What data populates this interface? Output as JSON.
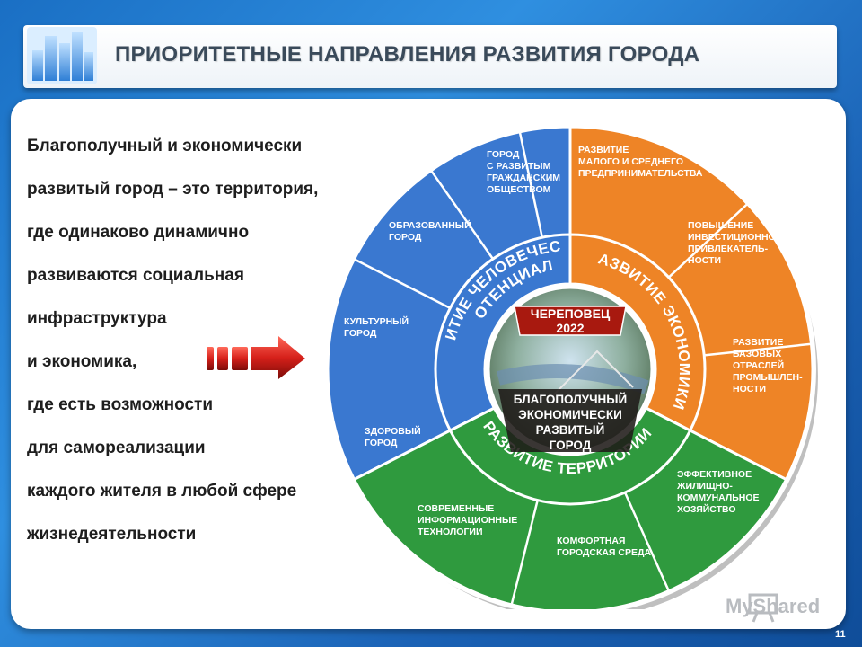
{
  "title": "ПРИОРИТЕТНЫЕ НАПРАВЛЕНИЯ РАЗВИТИЯ ГОРОДА",
  "body_lines": [
    "Благополучный и экономически",
    "развитый город – это территория,",
    "где одинаково динамично",
    "развиваются социальная",
    "инфраструктура",
    "и экономика,",
    "где есть возможности",
    "для самореализации",
    "каждого жителя в любой сфере",
    "жизнедеятельности"
  ],
  "center": {
    "top_lines": [
      "ЧЕРЕПОВЕЦ",
      "2022"
    ],
    "bottom_lines": [
      "БЛАГОПОЛУЧНЫЙ",
      "ЭКОНОМИЧЕСКИ",
      "РАЗВИТЫЙ",
      "ГОРОД"
    ]
  },
  "sectors": [
    {
      "name": "Развитие человеческого потенциала",
      "ring_lines": [
        "РАЗВИТИЕ ЧЕЛОВЕЧЕСКОГО",
        "ПОТЕНЦИАЛА"
      ],
      "color": "#3a78d0",
      "segments": [
        {
          "lines": [
            "ГОРОД",
            "С РАЗВИТЫМ",
            "ГРАЖДАНСКИМ",
            "ОБЩЕСТВОМ"
          ]
        },
        {
          "lines": [
            "ОБРАЗОВАННЫЙ",
            "ГОРОД"
          ]
        },
        {
          "lines": [
            "КУЛЬТУРНЫЙ",
            "ГОРОД"
          ]
        },
        {
          "lines": [
            "ЗДОРОВЫЙ",
            "ГОРОД"
          ]
        }
      ]
    },
    {
      "name": "Развитие экономики",
      "ring_lines": [
        "РАЗВИТИЕ ЭКОНОМИКИ"
      ],
      "color": "#ee8426",
      "segments": [
        {
          "lines": [
            "РАЗВИТИЕ",
            "МАЛОГО И СРЕДНЕГО",
            "ПРЕДПРИНИМАТЕЛЬСТВА"
          ]
        },
        {
          "lines": [
            "ПОВЫШЕНИЕ",
            "ИНВЕСТИЦИОННОЙ",
            "ПРИВЛЕКАТЕЛЬ-",
            "НОСТИ"
          ]
        },
        {
          "lines": [
            "РАЗВИТИЕ",
            "БАЗОВЫХ",
            "ОТРАСЛЕЙ",
            "ПРОМЫШЛЕН-",
            "НОСТИ"
          ]
        }
      ]
    },
    {
      "name": "Развитие территории",
      "ring_lines": [
        "РАЗВИТИЕ ТЕРРИТОРИИ"
      ],
      "color": "#2f9a3e",
      "segments": [
        {
          "lines": [
            "ЭФФЕКТИВНОЕ",
            "ЖИЛИЩНО-",
            "КОММУНАЛЬНОЕ",
            "ХОЗЯЙСТВО"
          ]
        },
        {
          "lines": [
            "КОМФОРТНАЯ",
            "ГОРОДСКАЯ СРЕДА"
          ]
        },
        {
          "lines": [
            "СОВРЕМЕННЫЕ",
            "ИНФОРМАЦИОННЫЕ",
            "ТЕХНОЛОГИИ"
          ]
        }
      ]
    }
  ],
  "watermark": "MyShared",
  "page_number": "11",
  "icons": {
    "logo": "city-buildings-icon",
    "arrow": "red-arrow-icon",
    "watermark": "presentation-board-icon"
  }
}
